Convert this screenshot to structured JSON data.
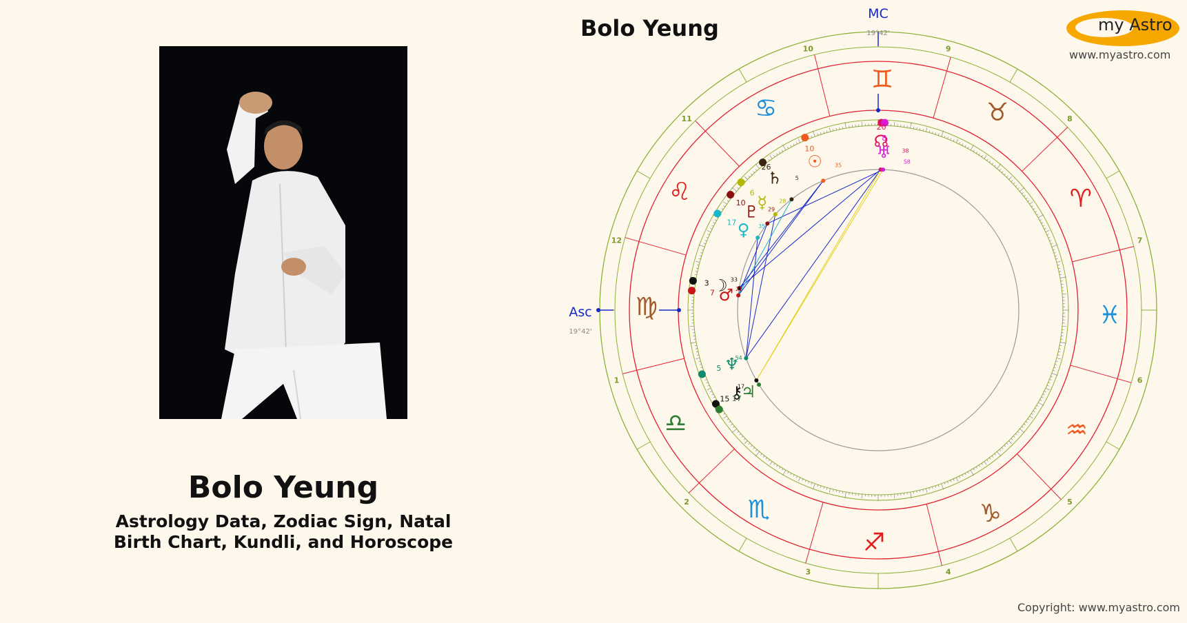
{
  "person": {
    "name": "Bolo Yeung",
    "subtitle_line1": "Astrology Data, Zodiac Sign, Natal",
    "subtitle_line2": "Birth Chart, Kundli, and Horoscope"
  },
  "chart_title": "Bolo Yeung",
  "branding": {
    "logo_text": "my Astro",
    "site_url": "www.myastro.com",
    "copyright": "Copyright: www.myastro.com",
    "logo_color": "#f7a800"
  },
  "angles": {
    "mc_label": "MC",
    "mc_degree": "19°42'",
    "asc_label": "Asc",
    "asc_degree": "19°42'"
  },
  "house_numbers": [
    "1",
    "2",
    "3",
    "4",
    "5",
    "6",
    "7",
    "8",
    "9",
    "10",
    "11",
    "12"
  ],
  "signs": [
    {
      "name": "aries-icon",
      "glyph": "♈",
      "color": "#e0201f"
    },
    {
      "name": "taurus-icon",
      "glyph": "♉",
      "color": "#a05a2c"
    },
    {
      "name": "gemini-icon",
      "glyph": "♊",
      "color": "#f05a1e"
    },
    {
      "name": "cancer-icon",
      "glyph": "♋",
      "color": "#1e8fd8"
    },
    {
      "name": "leo-icon",
      "glyph": "♌",
      "color": "#e0201f"
    },
    {
      "name": "virgo-icon",
      "glyph": "♍",
      "color": "#a05a2c"
    },
    {
      "name": "libra-icon",
      "glyph": "♎",
      "color": "#2e7d32"
    },
    {
      "name": "scorpio-icon",
      "glyph": "♏",
      "color": "#1e8fd8"
    },
    {
      "name": "sagittarius-icon",
      "glyph": "♐",
      "color": "#e0201f"
    },
    {
      "name": "capricorn-icon",
      "glyph": "♑",
      "color": "#a05a2c"
    },
    {
      "name": "aquarius-icon",
      "glyph": "♒",
      "color": "#f05a1e"
    },
    {
      "name": "pisces-icon",
      "glyph": "♓",
      "color": "#1e8fd8"
    }
  ],
  "planets": [
    {
      "name": "sun-icon",
      "glyph": "☉",
      "deg": "10",
      "min": "35",
      "color": "#f05a1e"
    },
    {
      "name": "moon-icon",
      "glyph": "☽",
      "deg": "3",
      "min": "33",
      "color": "#111111"
    },
    {
      "name": "mercury-icon",
      "glyph": "☿",
      "deg": "6",
      "min": "28",
      "color": "#b5b800"
    },
    {
      "name": "venus-icon",
      "glyph": "♀",
      "deg": "17",
      "min": "35",
      "color": "#17b8c8"
    },
    {
      "name": "mars-icon",
      "glyph": "♂",
      "deg": "7",
      "min": "21",
      "color": "#c81414"
    },
    {
      "name": "jupiter-icon",
      "glyph": "♃",
      "deg": "17",
      "min": "",
      "color": "#2e7d32"
    },
    {
      "name": "saturn-icon",
      "glyph": "♄",
      "deg": "26",
      "min": "5",
      "color": "#3b2410"
    },
    {
      "name": "uranus-icon",
      "glyph": "♅",
      "deg": "8",
      "min": "58",
      "color": "#d81bd8"
    },
    {
      "name": "neptune-icon",
      "glyph": "♆",
      "deg": "5",
      "min": "54",
      "color": "#0e8a6a"
    },
    {
      "name": "pluto-icon",
      "glyph": "♇",
      "deg": "10",
      "min": "29",
      "color": "#8b1010"
    },
    {
      "name": "node-icon",
      "glyph": "☊",
      "deg": "20",
      "min": "38",
      "color": "#e0105a"
    },
    {
      "name": "chiron-icon",
      "glyph": "⚷",
      "deg": "15",
      "min": "17",
      "color": "#111111"
    }
  ]
}
